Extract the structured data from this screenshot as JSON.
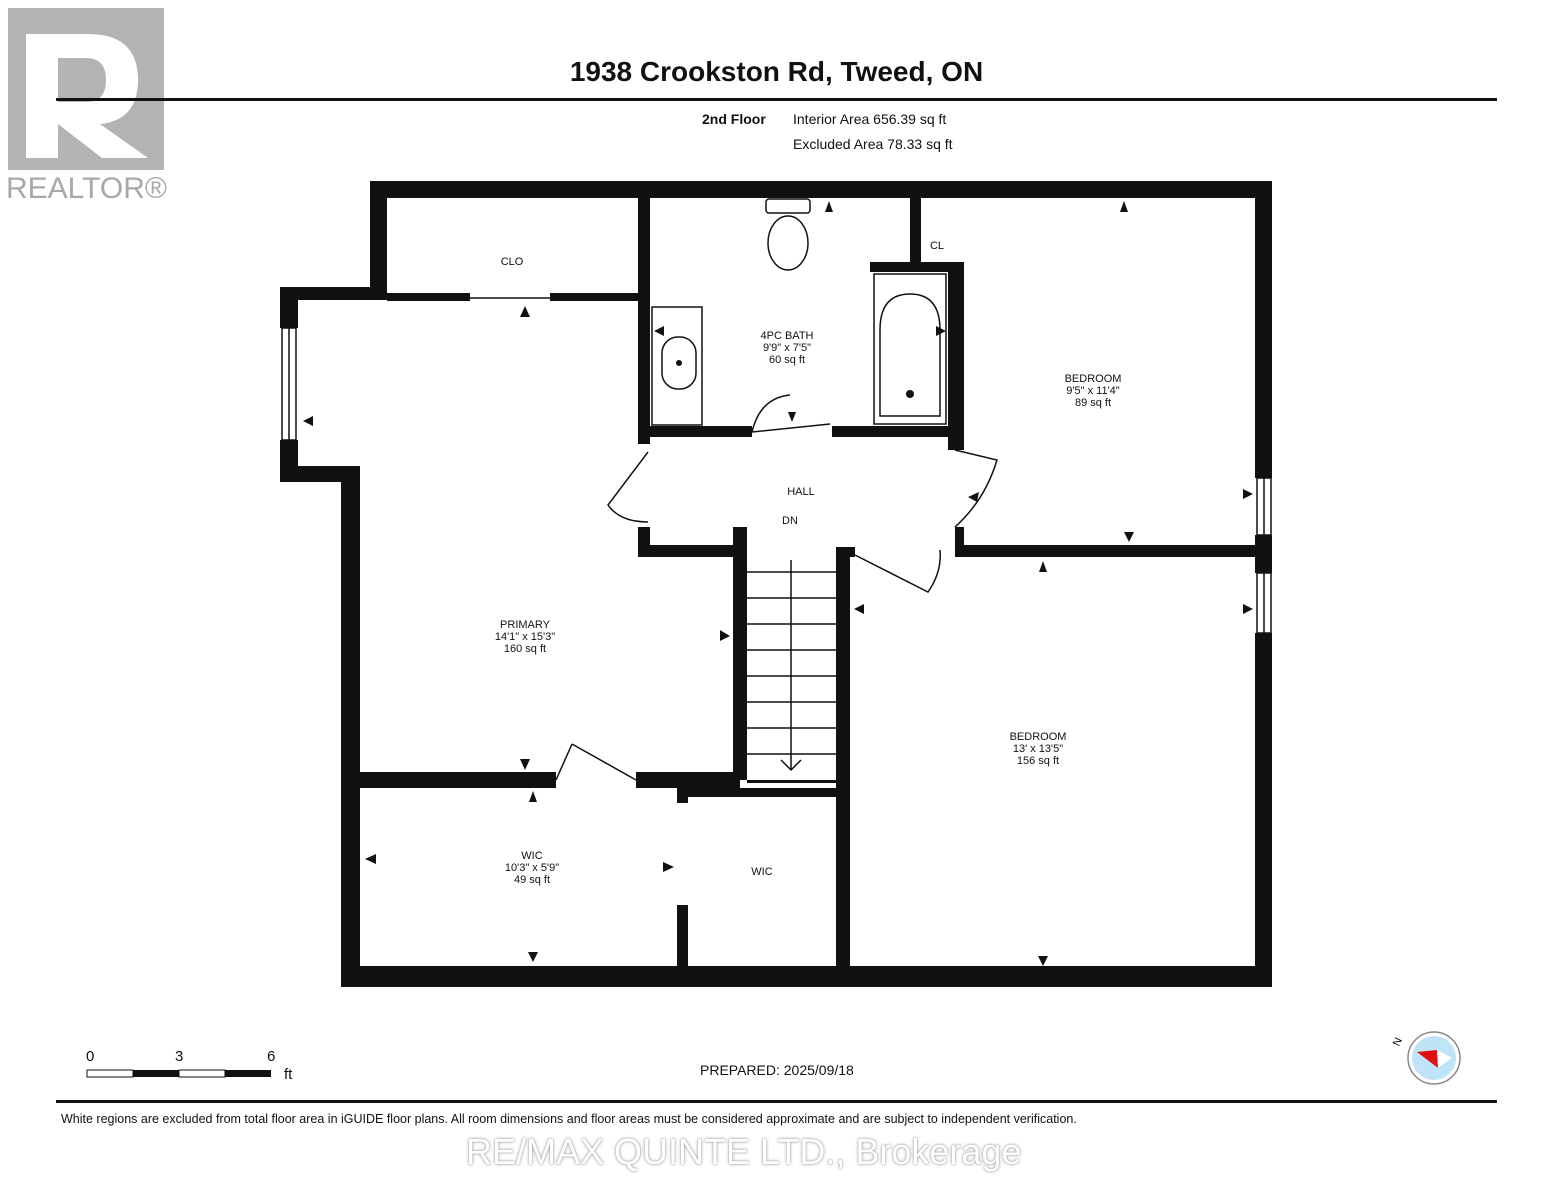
{
  "logo": {
    "text": "REALTOR®",
    "letter": "R"
  },
  "header": {
    "title": "1938 Crookston Rd, Tweed, ON"
  },
  "floor": {
    "name": "2nd Floor",
    "interior_area": "Interior Area 656.39 sq ft",
    "excluded_area": "Excluded Area 78.33 sq ft"
  },
  "rooms": {
    "clo": {
      "name": "CLO"
    },
    "bath": {
      "name": "4PC BATH",
      "dims": "9'9\" x 7'5\"",
      "area": "60 sq ft"
    },
    "cl": {
      "name": "CL"
    },
    "bedroom1": {
      "name": "BEDROOM",
      "dims": "9'5\" x 11'4\"",
      "area": "89 sq ft"
    },
    "hall": {
      "name": "HALL",
      "stairs": "DN"
    },
    "primary": {
      "name": "PRIMARY",
      "dims": "14'1\" x 15'3\"",
      "area": "160 sq ft"
    },
    "bedroom2": {
      "name": "BEDROOM",
      "dims": "13' x 13'5\"",
      "area": "156 sq ft"
    },
    "wic1": {
      "name": "WIC",
      "dims": "10'3\" x 5'9\"",
      "area": "49 sq ft"
    },
    "wic2": {
      "name": "WIC"
    }
  },
  "scale": {
    "ticks": [
      "0",
      "3",
      "6"
    ],
    "unit": "ft"
  },
  "prepared": "PREPARED: 2025/09/18",
  "compass": {
    "label": "N",
    "colors": {
      "needle": "#e01010",
      "face": "#bfe3f7"
    }
  },
  "footer": {
    "disclaimer": "White regions are excluded from total floor area in iGUIDE floor plans. All room dimensions and floor areas must be considered approximate and are subject to independent verification.",
    "watermark": "RE/MAX QUINTE LTD., Brokerage"
  },
  "colors": {
    "wall": "#111111",
    "logo": "#b3b3b3"
  }
}
